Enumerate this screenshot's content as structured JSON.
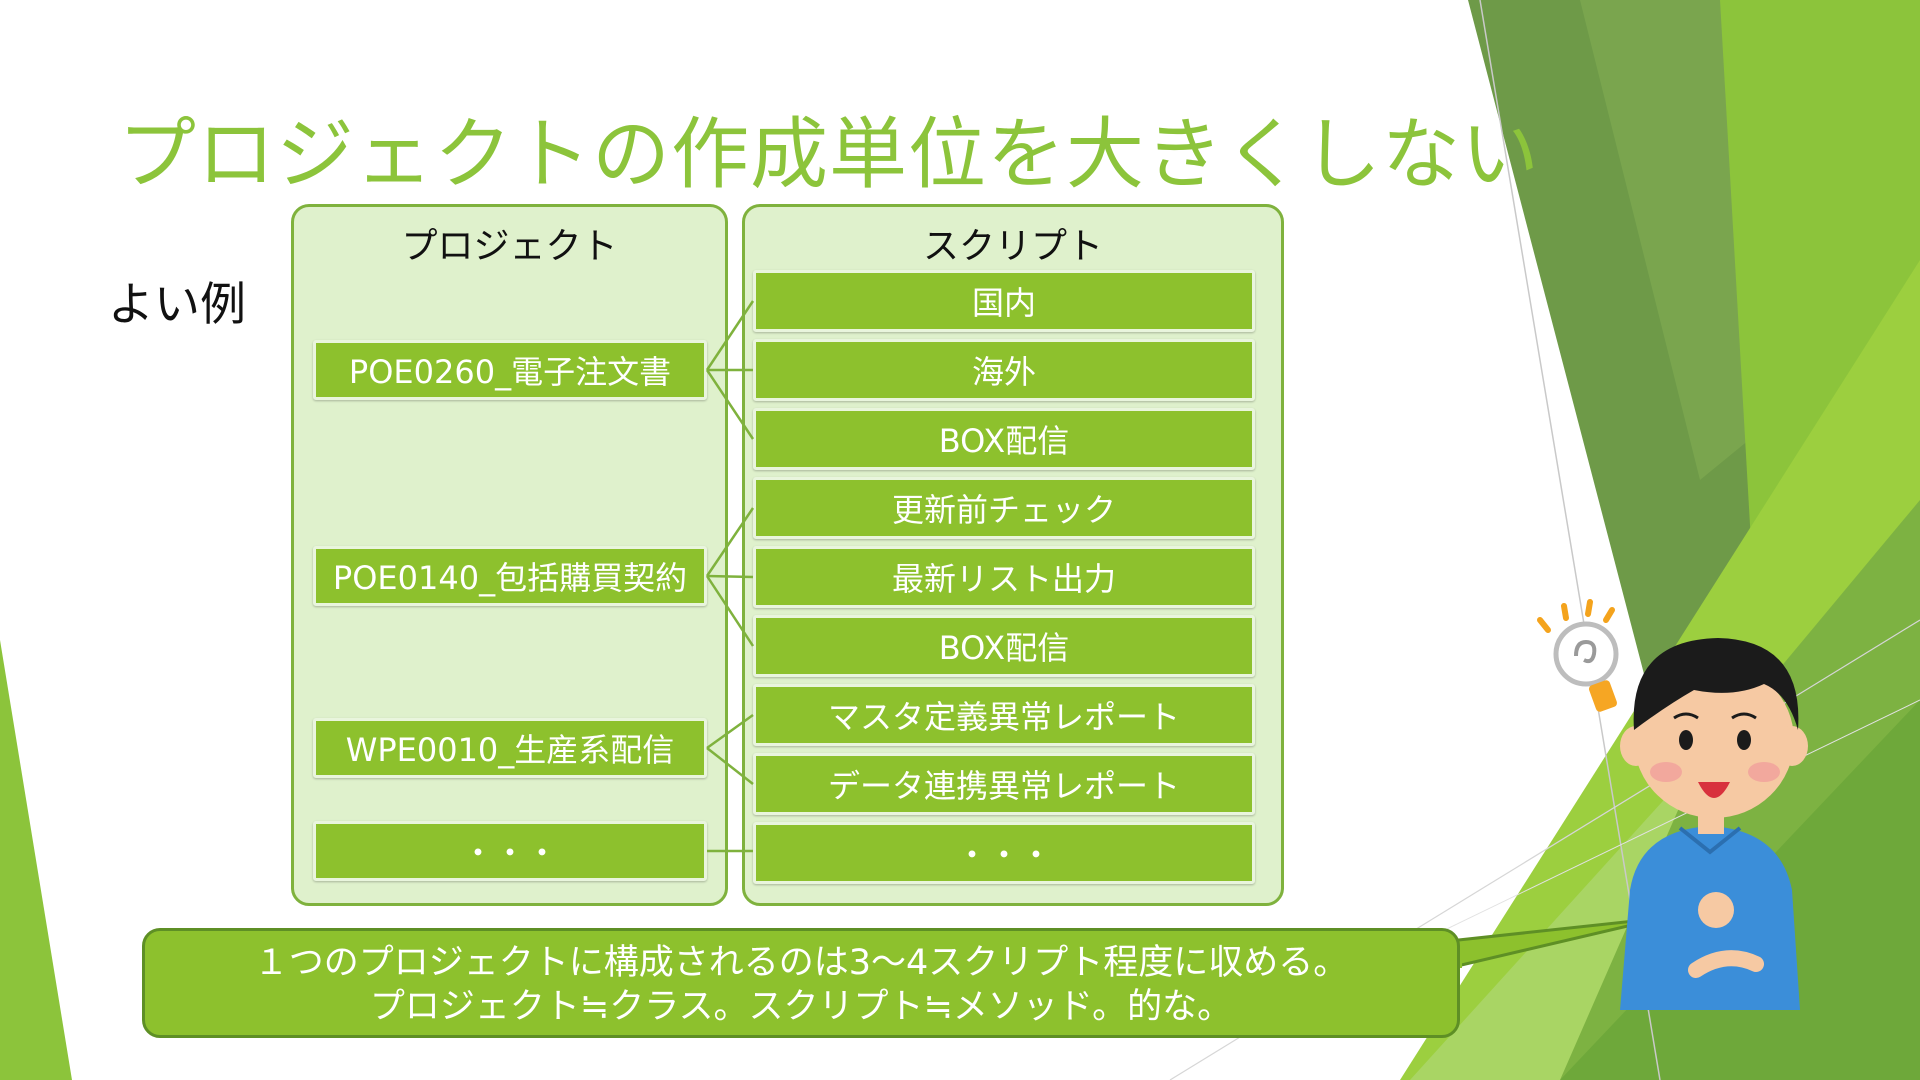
{
  "slide": {
    "title": "プロジェクトの作成単位を大きくしない",
    "subheading": "よい例"
  },
  "projects_panel": {
    "header": "プロジェクト",
    "items": [
      "POE0260_電子注文書",
      "POE0140_包括購買契約",
      "WPE0010_生産系配信",
      "・・・"
    ]
  },
  "scripts_panel": {
    "header": "スクリプト",
    "items": [
      "国内",
      "海外",
      "BOX配信",
      "更新前チェック",
      "最新リスト出力",
      "BOX配信",
      "マスタ定義異常レポート",
      "データ連携異常レポート",
      "・・・"
    ]
  },
  "callout": {
    "line1": "１つのプロジェクトに構成されるのは3～4スクリプト程度に収める。",
    "line2": "プロジェクト≒クラス。スクリプト≒メソッド。的な。"
  },
  "theme": {
    "accent": "#8cc43b",
    "box_fill": "#8dc12d",
    "panel_fill": "#dff1cc",
    "panel_border": "#7fb23d"
  },
  "illustration": {
    "icon": "person-idea-icon"
  }
}
